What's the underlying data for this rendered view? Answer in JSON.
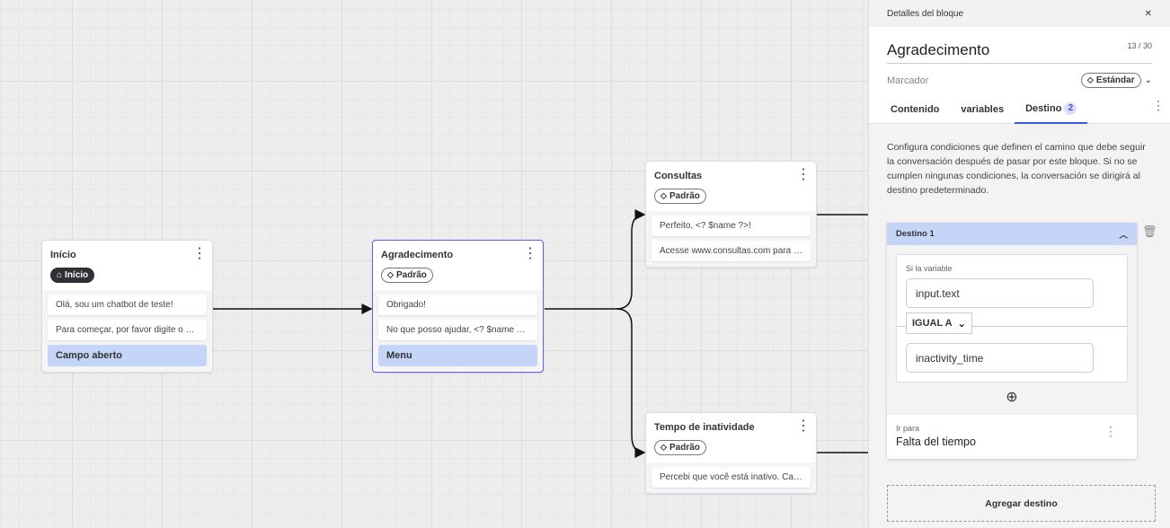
{
  "nodes": {
    "inicio": {
      "title": "Início",
      "tag": "Início",
      "messages": [
        "Olá, sou um chatbot de teste!",
        "Para começar, por favor digite o seu nome"
      ],
      "option": "Campo aberto"
    },
    "agradecimento": {
      "title": "Agradecimento",
      "tag": "Padrão",
      "messages": [
        "Obrigado!",
        "No que posso ajudar, <? $name ?>?"
      ],
      "option": "Menu"
    },
    "consultas": {
      "title": "Consultas",
      "tag": "Padrão",
      "messages": [
        "Perfeito, <? $name ?>!",
        "Acesse www.consultas.com para mais informações"
      ]
    },
    "tempo": {
      "title": "Tempo de inatividade",
      "tag": "Padrão",
      "messages": [
        "Percebi que você está inativo. Cancelando"
      ]
    }
  },
  "panel": {
    "header": "Detalles del bloque",
    "name": "Agradecimento",
    "count": "13 / 30",
    "marcador_label": "Marcador",
    "marcador_value": "Estándar",
    "tabs": [
      {
        "label": "Contenido"
      },
      {
        "label": "variables"
      },
      {
        "label": "Destino",
        "badge": "2",
        "active": true
      }
    ],
    "description": "Configura condiciones que definen el camino que debe seguir la conversación después de pasar por este bloque. Si no se cumplen ningunas condiciones, la conversación se dirigirá al destino predeterminado.",
    "destino": {
      "title": "Destino 1",
      "si_label": "Si la variable",
      "variable": "input.text",
      "operator": "IGUAL A",
      "value": "inactivity_time",
      "ir_label": "Ir para",
      "ir_value": "Falta del tiempo"
    },
    "add_button": "Agregar destino"
  },
  "colors": {
    "accent": "#3b5bdb",
    "selected_border": "#6a5cf0",
    "option_bg": "#c5d5f7"
  }
}
